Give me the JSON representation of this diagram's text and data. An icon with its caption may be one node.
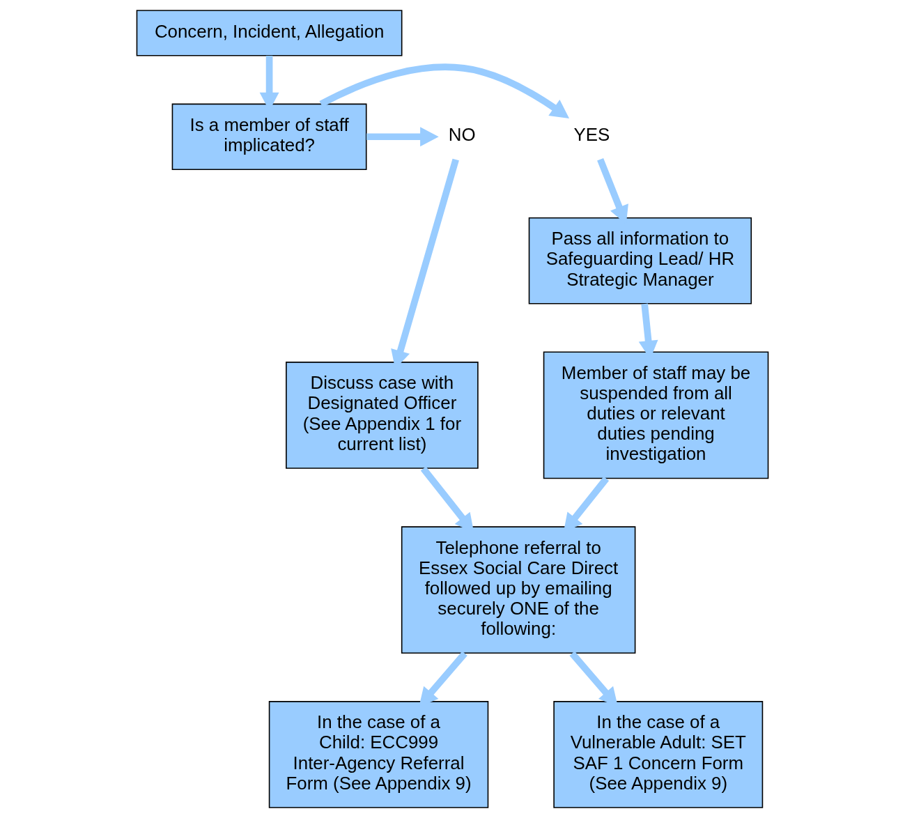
{
  "diagram": {
    "nodes": [
      {
        "text": [
          "Concern, Incident, Allegation"
        ]
      },
      {
        "text": [
          "Is a member of staff implicated?"
        ]
      },
      {
        "text": [
          "YES"
        ]
      },
      {
        "text": [
          "NO"
        ]
      },
      {
        "text": [
          "Pass all information to Safeguarding Lead/ HR Strategic Manager"
        ]
      },
      {
        "text": [
          "Discuss case with Designated Officer (See Appendix 1 for current list)"
        ]
      },
      {
        "text": [
          "Member of staff may be suspended from all duties or relevant duties pending investigation"
        ]
      },
      {
        "text": [
          "Telephone referral to Essex Social Care Direct followed up by emailing securely ONE of the following:"
        ]
      },
      {
        "text": [
          "In the case of a Child: ECC999 Inter-Agency Referral Form (See Appendix 9)"
        ]
      },
      {
        "text": [
          "In the case of a Vulnerable Adult: SET SAF 1 Concern Form (See Appendix 9)"
        ]
      }
    ],
    "edges": [
      {
        "from": 0,
        "to": 1,
        "arrow": "to"
      },
      {
        "from": 1,
        "to": 2,
        "arrow": "to"
      },
      {
        "from": 1,
        "to": 3,
        "arrow": "to"
      },
      {
        "from": 2,
        "to": 4,
        "arrow": "to"
      },
      {
        "from": 3,
        "to": 5,
        "arrow": "to"
      },
      {
        "from": 4,
        "to": 6,
        "arrow": "to"
      },
      {
        "from": 5,
        "to": 7,
        "arrow": "to"
      },
      {
        "from": 6,
        "to": 7,
        "arrow": "to"
      },
      {
        "from": 7,
        "to": 8,
        "arrow": "to"
      },
      {
        "from": 7,
        "to": 9,
        "arrow": "to"
      }
    ]
  }
}
